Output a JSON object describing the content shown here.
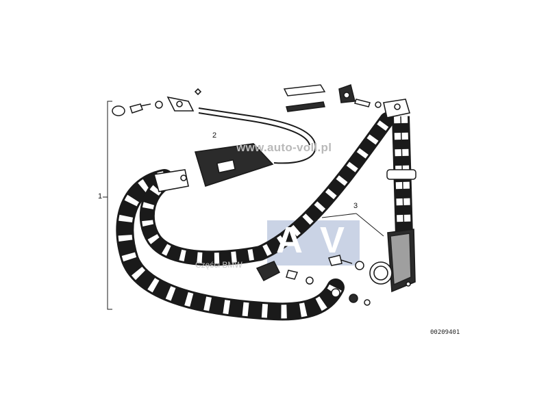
{
  "callouts": [
    {
      "id": "1",
      "label": "1"
    },
    {
      "id": "2",
      "label": "2"
    },
    {
      "id": "3",
      "label": "3"
    }
  ],
  "figure_number": "00209401",
  "watermark": {
    "url": "www.auto-voll.pl",
    "letters": [
      "A",
      "V"
    ],
    "subtitle": "Części BMW",
    "tint_color": "#b8c4dc"
  },
  "colors": {
    "ink": "#1a1a1a",
    "strap_stripe": "#ffffff",
    "background": "#ffffff"
  }
}
